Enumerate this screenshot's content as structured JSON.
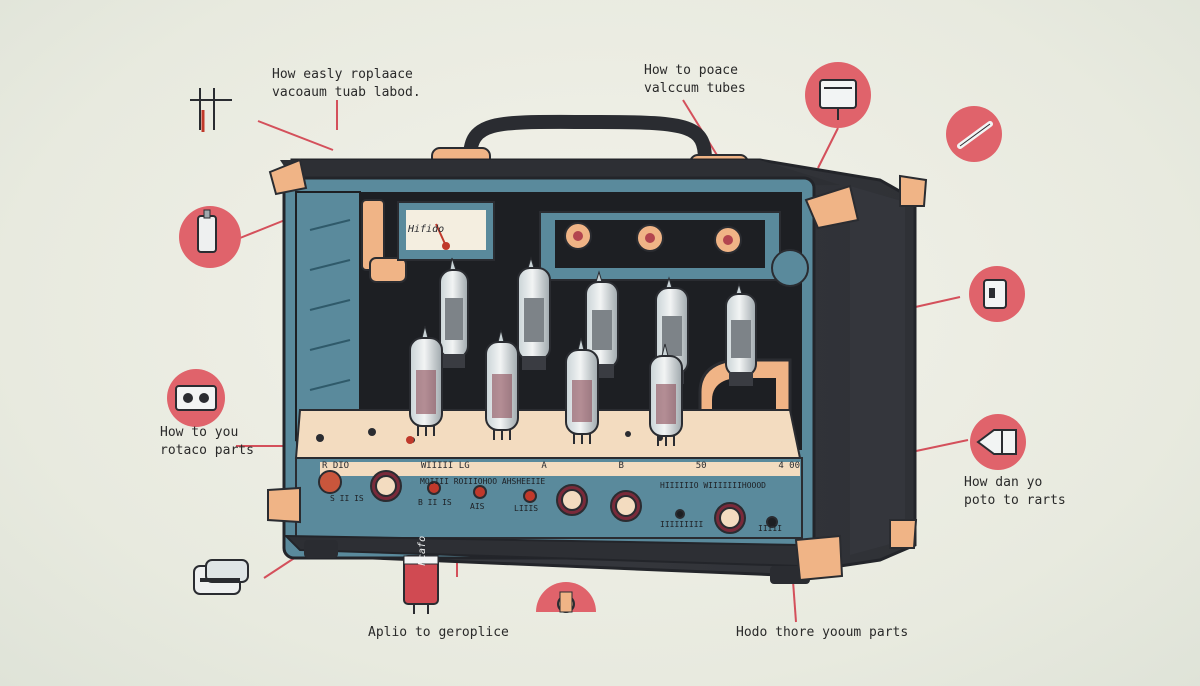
{
  "callouts": {
    "top_left": [
      "How easly roplaace",
      "vacoaum tuab labod."
    ],
    "top_center": [
      "How to poace",
      "valccum tubes"
    ],
    "left_mid": [
      "How to you",
      "rotaco parts"
    ],
    "right_mid": [
      "How dan yo",
      "poto to rarts"
    ],
    "bottom_center": "Aplio to geroplice",
    "bottom_right": "Hodo thore yooum parts"
  },
  "amp": {
    "meter_text": "Hifido",
    "panel_top_labels": [
      "R DIO",
      "WIIIII LG",
      "A",
      "B",
      "50",
      "4 00"
    ],
    "panel_marks": [
      "MOIIII ROIIIOHOO AHSHEEIIE",
      "HIIIIIIO WIIIIIIIHOOOD"
    ],
    "panel_bottom_labels": [
      "S II IS",
      "B II IS",
      "AIS",
      "LIIIS",
      "IIIIIIIII",
      "IIIII"
    ]
  },
  "capacitor_text": "Fcafo",
  "colors": {
    "accent": "#e0636b",
    "cabinet": "#3d3f45",
    "panel": "#5a8a9c",
    "corner": "#f0b486",
    "deck": "#f3dcc0"
  }
}
